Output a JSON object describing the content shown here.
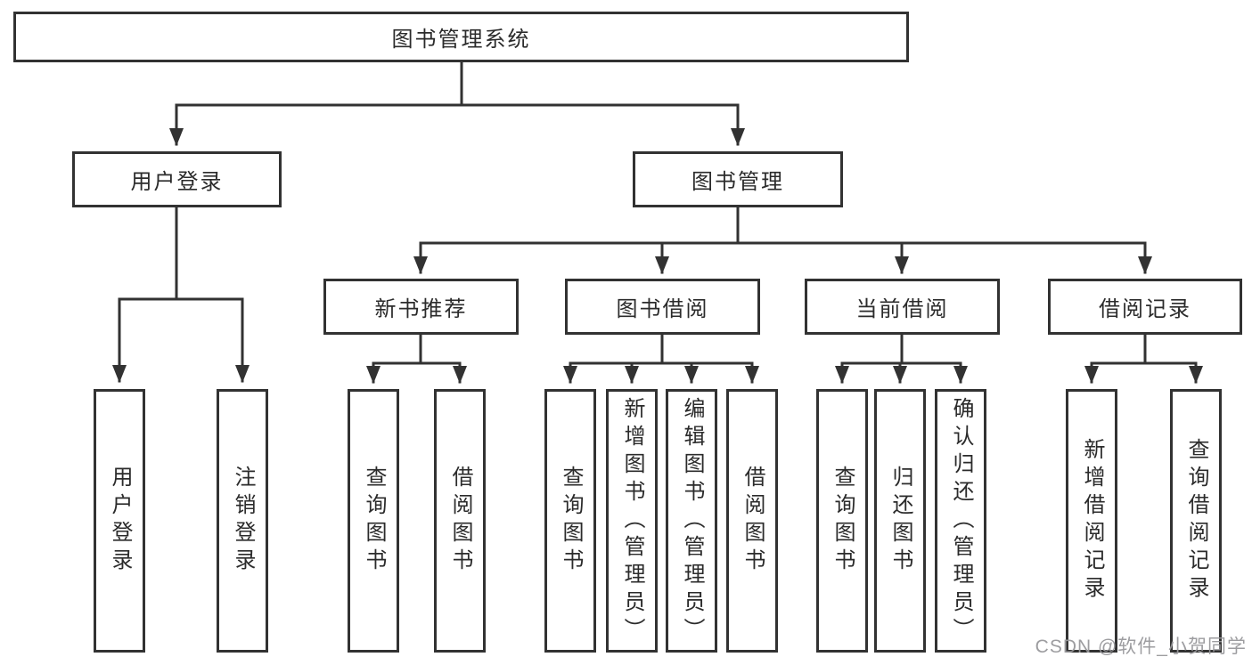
{
  "diagram": {
    "root": {
      "label": "图书管理系统"
    },
    "level2": [
      {
        "label": "用户登录"
      },
      {
        "label": "图书管理"
      }
    ],
    "level3": [
      {
        "label": "新书推荐"
      },
      {
        "label": "图书借阅"
      },
      {
        "label": "当前借阅"
      },
      {
        "label": "借阅记录"
      }
    ],
    "leaves": [
      {
        "label": "用户登录"
      },
      {
        "label": "注销登录"
      },
      {
        "label": "查询图书"
      },
      {
        "label": "借阅图书"
      },
      {
        "label": "查询图书"
      },
      {
        "label": "新增图书（管理员）"
      },
      {
        "label": "编辑图书（管理员）"
      },
      {
        "label": "借阅图书"
      },
      {
        "label": "查询图书"
      },
      {
        "label": "归还图书"
      },
      {
        "label": "确认归还（管理员）"
      },
      {
        "label": "新增借阅记录"
      },
      {
        "label": "查询借阅记录"
      }
    ]
  },
  "colors": {
    "line": "#323232",
    "text": "#2b2b2b",
    "watermark": "#98989b",
    "background": "#ffffff"
  },
  "watermark": {
    "text": "CSDN @软件_小贺同学"
  }
}
